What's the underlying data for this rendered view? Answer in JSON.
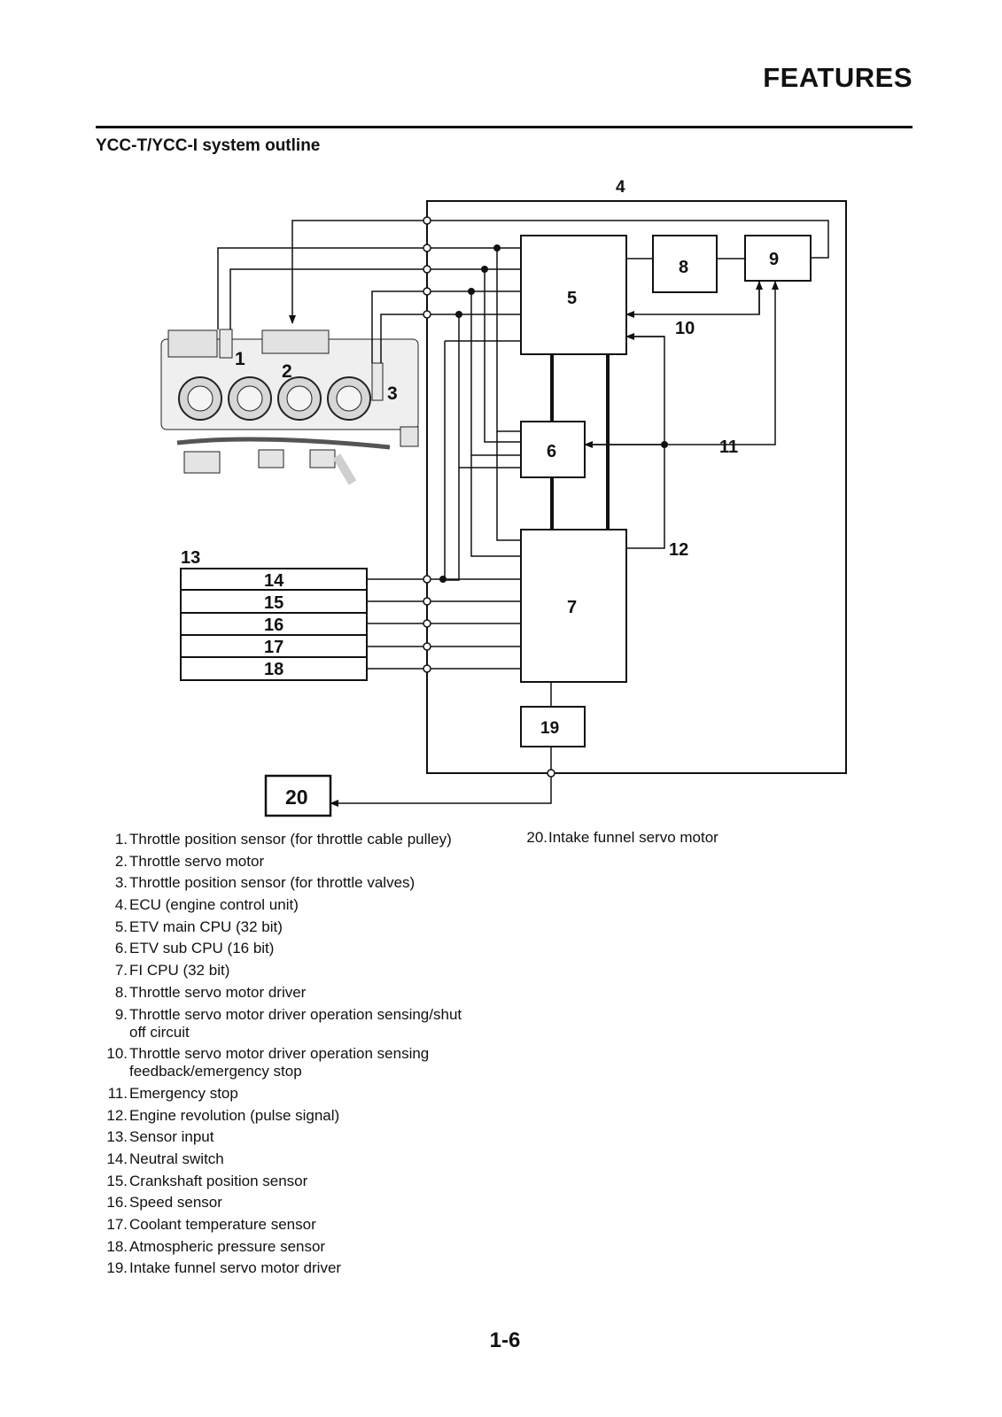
{
  "header": {
    "title": "FEATURES"
  },
  "section": {
    "title": "YCC-T/YCC-I system outline"
  },
  "diagram": {
    "labels": [
      "1",
      "2",
      "3",
      "4",
      "5",
      "6",
      "7",
      "8",
      "9",
      "10",
      "11",
      "12",
      "13",
      "14",
      "15",
      "16",
      "17",
      "18",
      "19",
      "20"
    ]
  },
  "legend": {
    "items": [
      {
        "num": "1.",
        "text": "Throttle position sensor (for throttle cable pulley)"
      },
      {
        "num": "2.",
        "text": "Throttle servo motor"
      },
      {
        "num": "3.",
        "text": "Throttle position sensor (for throttle valves)"
      },
      {
        "num": "4.",
        "text": "ECU (engine control unit)"
      },
      {
        "num": "5.",
        "text": "ETV main CPU (32 bit)"
      },
      {
        "num": "6.",
        "text": "ETV sub CPU (16 bit)"
      },
      {
        "num": "7.",
        "text": "FI CPU (32 bit)"
      },
      {
        "num": "8.",
        "text": "Throttle servo motor driver"
      },
      {
        "num": "9.",
        "text": "Throttle servo motor driver operation sensing/shut off circuit"
      },
      {
        "num": "10.",
        "text": "Throttle servo motor driver operation sensing feedback/emergency stop"
      },
      {
        "num": "11.",
        "text": "Emergency stop"
      },
      {
        "num": "12.",
        "text": "Engine revolution (pulse signal)"
      },
      {
        "num": "13.",
        "text": "Sensor input"
      },
      {
        "num": "14.",
        "text": "Neutral switch"
      },
      {
        "num": "15.",
        "text": "Crankshaft position sensor"
      },
      {
        "num": "16.",
        "text": "Speed sensor"
      },
      {
        "num": "17.",
        "text": "Coolant temperature sensor"
      },
      {
        "num": "18.",
        "text": "Atmospheric pressure sensor"
      },
      {
        "num": "19.",
        "text": "Intake funnel servo motor driver"
      },
      {
        "num": "20.",
        "text": "Intake funnel servo motor"
      }
    ]
  },
  "footer": {
    "page_number": "1-6"
  }
}
